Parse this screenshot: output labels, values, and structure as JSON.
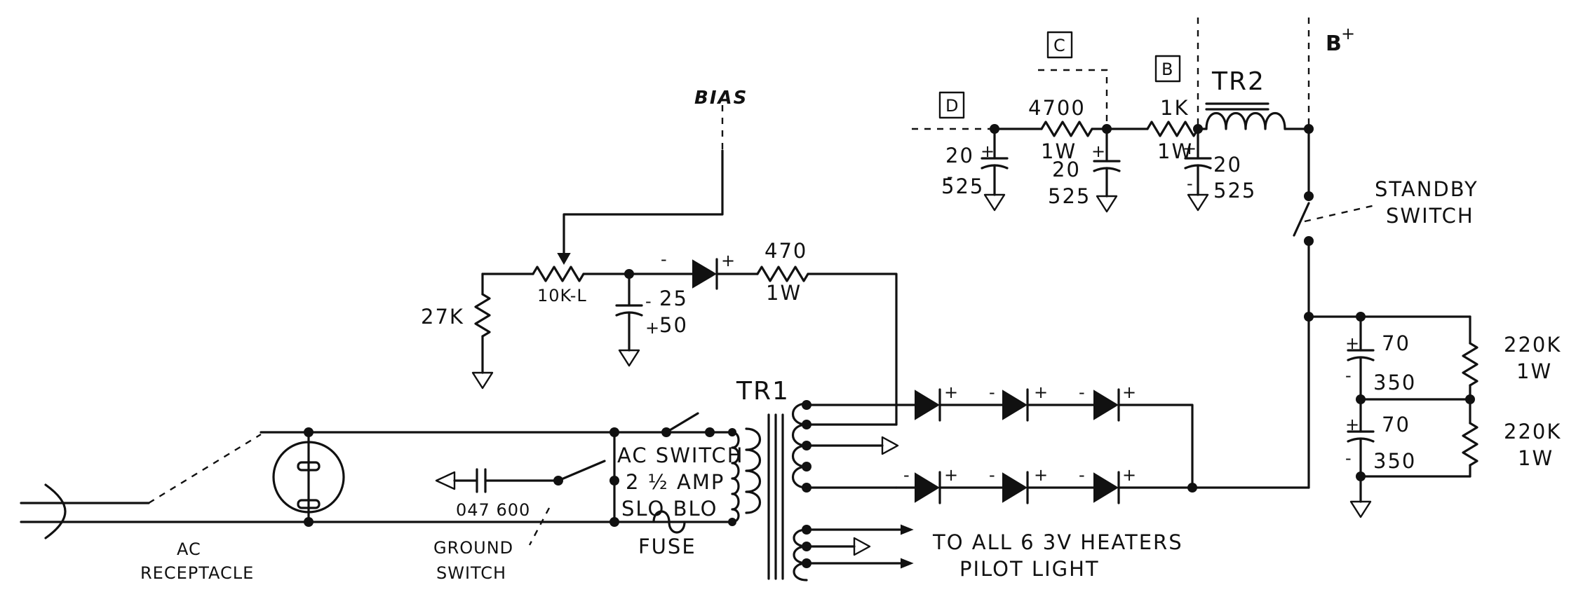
{
  "labels": {
    "bias": "BIAS",
    "node_d": "D",
    "node_c": "C",
    "node_b": "B",
    "b_plus": "B",
    "plus_sign": "+",
    "tr1": "TR1",
    "tr2": "TR2",
    "standby_line1": "STANDBY",
    "standby_line2": "SWITCH",
    "ac_receptacle_line1": "AC",
    "ac_receptacle_line2": "RECEPTACLE",
    "ground_switch_line1": "GROUND",
    "ground_switch_line2": "SWITCH",
    "fuse": "FUSE",
    "ac_switch": "AC SWITCH",
    "fuse_rating_line1": "2 ½ AMP",
    "fuse_rating_line2": "SLO BLO",
    "ground_cap": "047 600",
    "heaters_line1": "TO ALL 6 3V HEATERS",
    "heaters_line2": "PILOT LIGHT"
  },
  "components": {
    "r_4700": "4700",
    "r_4700_w": "1W",
    "r_1k": "1K",
    "r_1k_w": "1W",
    "c_d_val": "20",
    "c_d_v": "525",
    "c_c_val": "20",
    "c_c_v": "525",
    "c_b_val": "20",
    "c_b_v": "525",
    "r_470": "470",
    "r_470_w": "1W",
    "r_27k": "27K",
    "pot_10k": "10K-L",
    "c_bias_val": "25",
    "c_bias_v": "50",
    "c_filter1_val": "70",
    "c_filter1_v": "350",
    "c_filter2_val": "70",
    "c_filter2_v": "350",
    "r_220k_1": "220K",
    "r_220k_1_w": "1W",
    "r_220k_2": "220K",
    "r_220k_2_w": "1W"
  },
  "colors": {
    "ink": "#111111",
    "paper": "#ffffff"
  }
}
